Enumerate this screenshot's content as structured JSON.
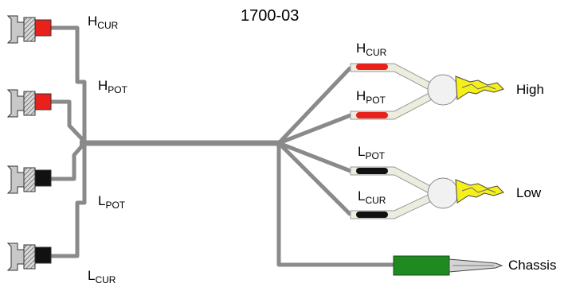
{
  "title": "1700-03",
  "colors": {
    "wire": "#8a8a8a",
    "red": "#e8211b",
    "black": "#111111",
    "yellow": "#f5f01a",
    "green": "#1f8a1f",
    "plug_body": "#c8c8c8",
    "clip_body": "#ececdf"
  },
  "connectors": [
    {
      "main": "H",
      "sub": "CUR",
      "color": "red"
    },
    {
      "main": "H",
      "sub": "POT",
      "color": "red"
    },
    {
      "main": "L",
      "sub": "POT",
      "color": "black"
    },
    {
      "main": "L",
      "sub": "CUR",
      "color": "black"
    }
  ],
  "clips": [
    {
      "main": "H",
      "sub": "CUR",
      "color": "red"
    },
    {
      "main": "H",
      "sub": "POT",
      "color": "red"
    },
    {
      "main": "L",
      "sub": "POT",
      "color": "black"
    },
    {
      "main": "L",
      "sub": "CUR",
      "color": "black"
    }
  ],
  "outputs": {
    "high": "High",
    "low": "Low",
    "chassis": "Chassis"
  }
}
